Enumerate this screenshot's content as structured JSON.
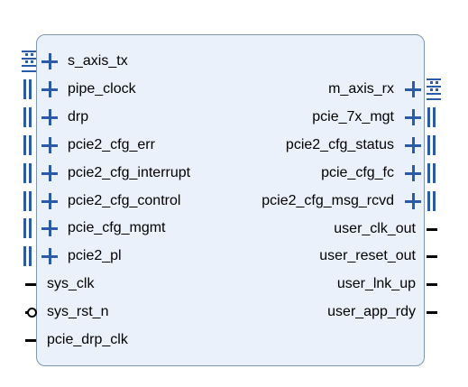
{
  "block": {
    "left_ports": [
      {
        "label": "s_axis_tx",
        "type": "axis"
      },
      {
        "label": "pipe_clock",
        "type": "bus"
      },
      {
        "label": "drp",
        "type": "bus"
      },
      {
        "label": "pcie2_cfg_err",
        "type": "bus"
      },
      {
        "label": "pcie2_cfg_interrupt",
        "type": "bus"
      },
      {
        "label": "pcie2_cfg_control",
        "type": "bus"
      },
      {
        "label": "pcie_cfg_mgmt",
        "type": "bus"
      },
      {
        "label": "pcie2_pl",
        "type": "bus"
      },
      {
        "label": "sys_clk",
        "type": "pin"
      },
      {
        "label": "sys_rst_n",
        "type": "pin-inverted"
      },
      {
        "label": "pcie_drp_clk",
        "type": "pin"
      }
    ],
    "right_ports": [
      {
        "label": "m_axis_rx",
        "type": "axis"
      },
      {
        "label": "pcie_7x_mgt",
        "type": "bus"
      },
      {
        "label": "pcie2_cfg_status",
        "type": "bus"
      },
      {
        "label": "pcie_cfg_fc",
        "type": "bus"
      },
      {
        "label": "pcie2_cfg_msg_rcvd",
        "type": "bus"
      },
      {
        "label": "user_clk_out",
        "type": "pin"
      },
      {
        "label": "user_reset_out",
        "type": "pin"
      },
      {
        "label": "user_lnk_up",
        "type": "pin"
      },
      {
        "label": "user_app_rdy",
        "type": "pin"
      }
    ]
  },
  "colors": {
    "block_fill": "#eaf1fb",
    "block_border": "#7f97b3",
    "interface_blue": "#2b5aa6"
  }
}
